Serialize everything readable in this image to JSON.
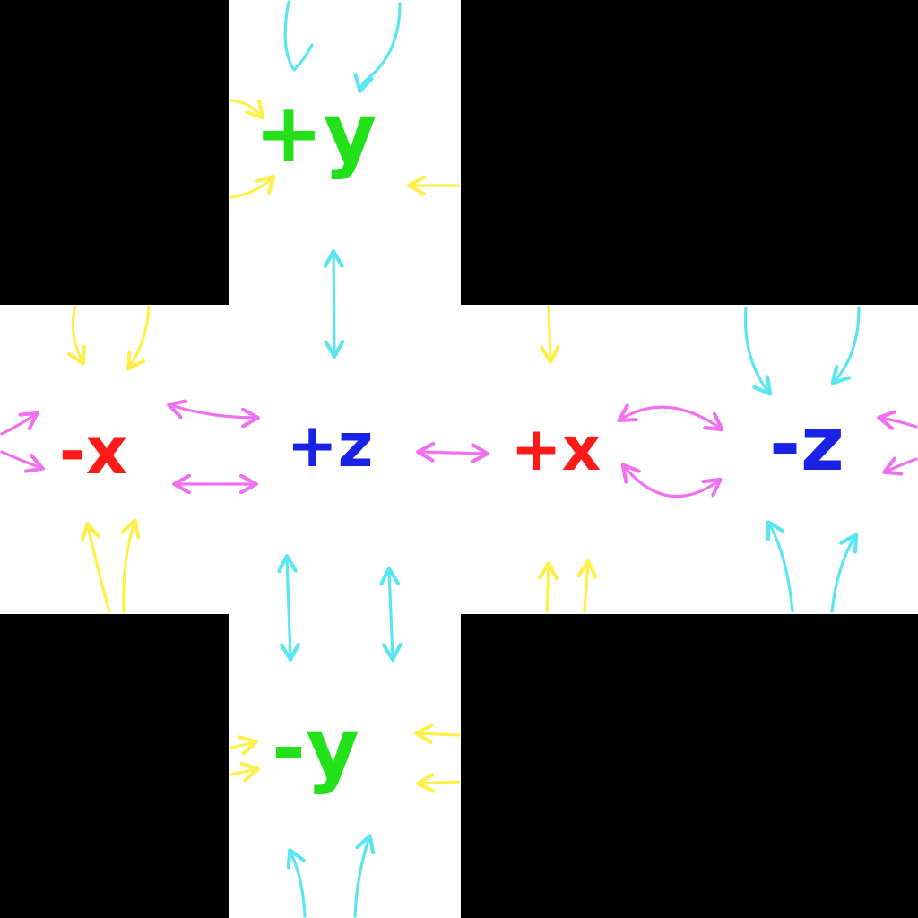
{
  "colors": {
    "background": "#000000",
    "net": "#ffffff",
    "x_axis": "#ff1a1a",
    "y_axis": "#22e01a",
    "z_axis": "#1a22e6",
    "arrow_yellow": "#ffef4a",
    "arrow_cyan": "#59e6f0",
    "arrow_magenta": "#f070f0"
  },
  "faces": {
    "pos_y": "+y",
    "neg_x": "-x",
    "pos_z": "+z",
    "pos_x": "+x",
    "neg_z": "-z",
    "neg_y": "-y"
  }
}
